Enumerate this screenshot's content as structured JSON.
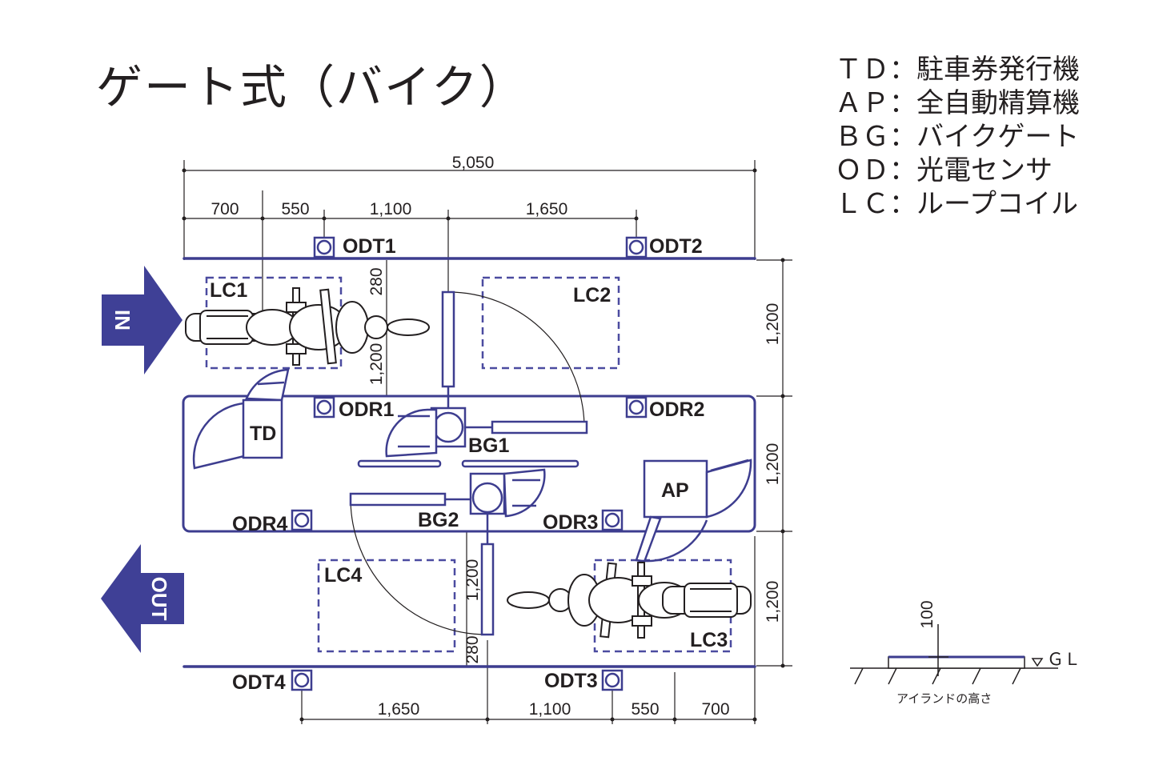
{
  "title": "ゲート式（バイク）",
  "legend": [
    "ＴＤ：駐車券発行機",
    "ＡＰ：全自動精算機",
    "ＢＧ：バイクゲート",
    "ＯＤ：光電センサ",
    "ＬＣ：ループコイル"
  ],
  "dimensions": {
    "total_width": "5,050",
    "top": [
      "700",
      "550",
      "1,100",
      "1,650"
    ],
    "bottom": [
      "1,650",
      "1,100",
      "550",
      "700"
    ],
    "right": [
      "1,200",
      "1,200",
      "1,200"
    ],
    "gate_offset_top": "280",
    "gate_offset_bottom": "280",
    "lane_top": "1,200",
    "lane_bottom": "1,200"
  },
  "arrows": {
    "in": "IN",
    "out": "OUT"
  },
  "sensors": [
    "ODT1",
    "ODT2",
    "ODR1",
    "ODR2",
    "ODR3",
    "ODR4",
    "ODT3",
    "ODT4"
  ],
  "loops": [
    "LC1",
    "LC2",
    "LC3",
    "LC4"
  ],
  "devices": {
    "td": "TD",
    "ap": "AP",
    "bg1": "BG1",
    "bg2": "BG2"
  },
  "island_detail": {
    "height": "100",
    "gl": "ＧＬ",
    "caption": "アイランドの高さ"
  },
  "colors": {
    "navy": "#3d3d8f",
    "arrow": "#3f4096",
    "dash": "#4b4ba0",
    "ink": "#231f20"
  }
}
